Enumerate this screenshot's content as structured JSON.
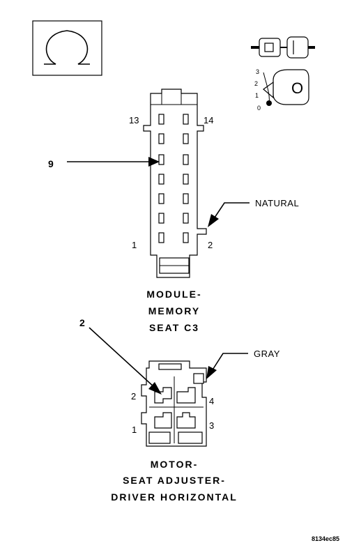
{
  "connector_c3": {
    "pin_13": "13",
    "pin_14": "14",
    "pin_1": "1",
    "pin_2": "2",
    "callout_pin": "9",
    "color_label": "NATURAL",
    "title_lines": [
      "MODULE-",
      "MEMORY",
      "SEAT C3"
    ]
  },
  "connector_motor": {
    "callout_pin": "2",
    "color_label": "GRAY",
    "pin_2": "2",
    "pin_4": "4",
    "pin_1": "1",
    "pin_3": "3",
    "title_lines": [
      "MOTOR-",
      "SEAT ADJUSTER-",
      "DRIVER HORIZONTAL"
    ]
  },
  "legend": {
    "key_positions": [
      "3",
      "2",
      "1",
      "0"
    ],
    "key_letter": "O"
  },
  "reference_number": "8134ec85"
}
